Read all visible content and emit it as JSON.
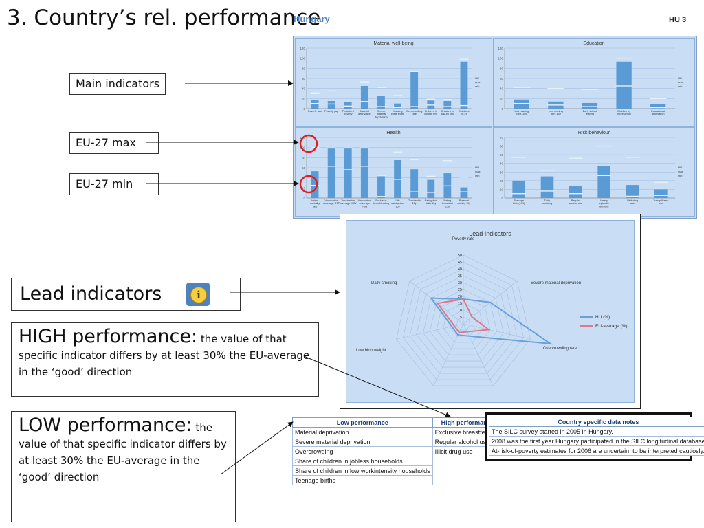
{
  "slide": {
    "title": "3. Country’s rel. performance",
    "country": "Hungary",
    "page_code": "HU 3"
  },
  "callouts": {
    "main_indicators": "Main indicators",
    "eu_max": "EU-27 max",
    "eu_min": "EU-27 min",
    "lead_indicators": "Lead indicators",
    "high_title": "HIGH performance:",
    "high_desc": " the value of that specific indicator differs by at least 30% the EU-average in the ‘good’ direction",
    "low_title": "LOW performance:",
    "low_desc": " the value of that specific indicator differs by at least 30% the EU-average in the ‘good’ direction"
  },
  "colors": {
    "bar": "#5b9bd5",
    "panel_bg": "#c9def5",
    "hu_line": "#6a9fd8",
    "eu_line": "#d9798b",
    "marker": "#e6f0fb"
  },
  "chart_data": [
    {
      "type": "bar",
      "title": "Material well-being",
      "categories": [
        "Poverty rate",
        "Poverty gap",
        "Persistent poverty",
        "Material deprivation",
        "Severe material deprivation",
        "Housing costs share",
        "Overcrowding rate",
        "Children in jobless hhs",
        "Children in low-int hhs",
        "Childcare (0-2)"
      ],
      "values": [
        17,
        15,
        13,
        45,
        25,
        10,
        73,
        16,
        15,
        93
      ],
      "max": [
        31,
        35,
        0,
        53,
        42,
        26,
        74,
        19,
        18,
        98
      ],
      "min": [
        10,
        9,
        5,
        14,
        4,
        2,
        4,
        7,
        4,
        6
      ],
      "ylim": [
        0,
        120
      ],
      "yticks": [
        0,
        20,
        40,
        60,
        80,
        100,
        120
      ],
      "legend": [
        "HU",
        "max",
        "min"
      ]
    },
    {
      "type": "bar",
      "title": "Education",
      "categories": [
        "Low reading perf. 15y",
        "Low reading perf. 10y",
        "Early school leavers",
        "Children by in preschool",
        "Educational deprivation"
      ],
      "values": [
        18,
        14,
        11,
        93,
        9
      ],
      "max": [
        42,
        40,
        38,
        100,
        20
      ],
      "min": [
        10,
        7,
        4,
        45,
        2
      ],
      "ylim": [
        0,
        120
      ],
      "yticks": [
        0,
        20,
        40,
        60,
        80,
        100,
        120
      ],
      "legend": [
        "HU",
        "max",
        "min"
      ]
    },
    {
      "type": "bar",
      "title": "Health",
      "categories": [
        "Infant mortality rate",
        "Vaccination coverage DTP",
        "Vaccination coverage MCV",
        "Vaccination coverage Pol3",
        "Exclusive breastfeeding",
        "Life satisfaction 15y",
        "Overhealth 15y",
        "Eating fruit daily 15y",
        "Eating breakfast 15y",
        "Physical activity 15y"
      ],
      "values": [
        53,
        99,
        99,
        99,
        43,
        75,
        57,
        36,
        49,
        21
      ],
      "max": [
        100,
        99,
        99,
        99,
        45,
        91,
        76,
        43,
        74,
        41
      ],
      "min": [
        25,
        63,
        56,
        63,
        3,
        37,
        12,
        11,
        24,
        12
      ],
      "ylim": [
        0,
        120
      ],
      "yticks": [
        0,
        20,
        40,
        60,
        80,
        100,
        120
      ],
      "legend": [
        "HU",
        "max",
        "min"
      ]
    },
    {
      "type": "bar",
      "title": "Risk behaviour",
      "categories": [
        "Teenage birth (<19)",
        "Daily smoking",
        "Regular alcohol use",
        "Heavy episodic drinking",
        "Illicit drug use",
        "Tranquillizers use"
      ],
      "values": [
        20,
        25,
        14,
        37,
        15,
        10
      ],
      "max": [
        47,
        32,
        46,
        60,
        47,
        18
      ],
      "min": [
        5,
        8,
        5,
        26,
        2,
        3
      ],
      "ylim": [
        0,
        70
      ],
      "yticks": [
        0,
        10,
        20,
        30,
        40,
        50,
        60,
        70
      ],
      "legend": [
        "HU",
        "max",
        "min"
      ]
    },
    {
      "type": "radar",
      "title": "Lead Indicators",
      "axes": [
        "Poverty rate",
        "Severe material deprivation",
        "Overcrowding rate",
        "Low birth weight",
        "Daily smoking"
      ],
      "rmax": 50,
      "rticks": [
        0,
        5,
        10,
        15,
        20,
        25,
        30,
        35,
        40,
        45,
        50
      ],
      "series": [
        {
          "name": "HU (%)",
          "values": [
            18,
            25,
            73,
            9,
            30
          ]
        },
        {
          "name": "EU-average (%)",
          "values": [
            18,
            8,
            19,
            7,
            24
          ]
        }
      ]
    }
  ],
  "performance_table": {
    "low_header": "Low performance",
    "high_header": "High performance",
    "low": [
      "Material deprivation",
      "Severe material deprivation",
      "Overcrowding",
      "Share of children in jobless households",
      "Share of children in low workintensity households",
      "Teenage births"
    ],
    "high": [
      "Exclusive breastfeeding",
      "Regular alcohol use",
      "Illicit drug use"
    ]
  },
  "notes_table": {
    "header": "Country specific data notes",
    "rows": [
      "The SILC survey started in 2005 in Hungary.",
      "2008 was the first year Hungary participated in the SILC longitudinal database",
      "At-risk-of-poverty estimates for 2006 are uncertain, to be interpreted cautiosly."
    ]
  }
}
